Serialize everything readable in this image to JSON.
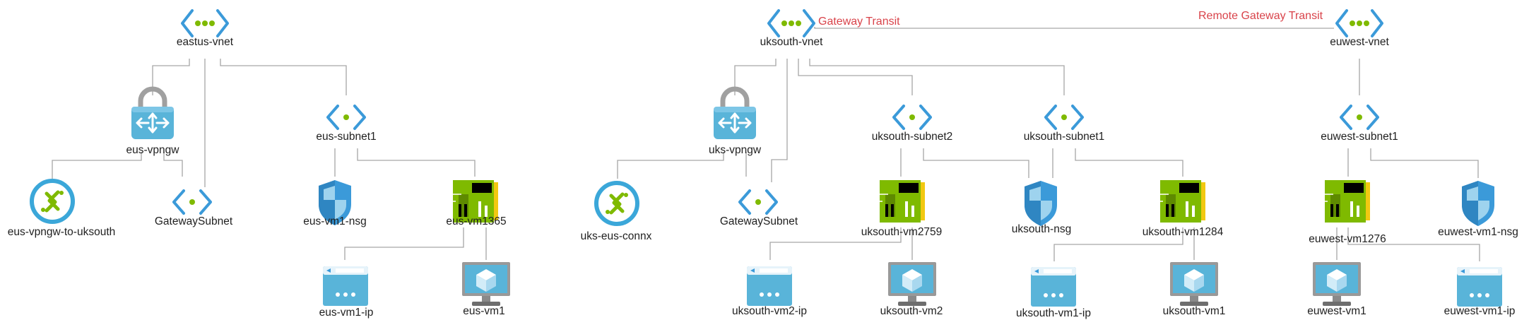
{
  "nodes": {
    "eastus_vnet": {
      "label": "eastus-vnet",
      "icon": "vnet-icon"
    },
    "eus_vpngw": {
      "label": "eus-vpngw",
      "icon": "vpn-gateway-icon"
    },
    "eus_vpngw_to_uksouth": {
      "label": "eus-vpngw-to-uksouth",
      "icon": "connection-icon"
    },
    "eus_gatewaysubnet": {
      "label": "GatewaySubnet",
      "icon": "subnet-icon"
    },
    "eus_subnet1": {
      "label": "eus-subnet1",
      "icon": "subnet-icon"
    },
    "eus_vm1_nsg": {
      "label": "eus-vm1-nsg",
      "icon": "nsg-shield-icon"
    },
    "eus_vm1365": {
      "label": "eus-vm1365",
      "icon": "nic-icon"
    },
    "eus_vm1_ip": {
      "label": "eus-vm1-ip",
      "icon": "public-ip-icon"
    },
    "eus_vm1": {
      "label": "eus-vm1",
      "icon": "vm-icon"
    },
    "uksouth_vnet": {
      "label": "uksouth-vnet",
      "icon": "vnet-icon"
    },
    "uks_vpngw": {
      "label": "uks-vpngw",
      "icon": "vpn-gateway-icon"
    },
    "uks_eus_connx": {
      "label": "uks-eus-connx",
      "icon": "connection-icon"
    },
    "uks_gatewaysubnet": {
      "label": "GatewaySubnet",
      "icon": "subnet-icon"
    },
    "uksouth_subnet2": {
      "label": "uksouth-subnet2",
      "icon": "subnet-icon"
    },
    "uksouth_vm2759": {
      "label": "uksouth-vm2759",
      "icon": "nic-icon"
    },
    "uksouth_vm2_ip": {
      "label": "uksouth-vm2-ip",
      "icon": "public-ip-icon"
    },
    "uksouth_vm2": {
      "label": "uksouth-vm2",
      "icon": "vm-icon"
    },
    "uksouth_subnet1": {
      "label": "uksouth-subnet1",
      "icon": "subnet-icon"
    },
    "uksouth_nsg": {
      "label": "uksouth-nsg",
      "icon": "nsg-shield-icon"
    },
    "uksouth_vm1284": {
      "label": "uksouth-vm1284",
      "icon": "nic-icon"
    },
    "uksouth_vm1_ip": {
      "label": "uksouth-vm1-ip",
      "icon": "public-ip-icon"
    },
    "uksouth_vm1": {
      "label": "uksouth-vm1",
      "icon": "vm-icon"
    },
    "euwest_vnet": {
      "label": "euwest-vnet",
      "icon": "vnet-icon"
    },
    "euwest_subnet1": {
      "label": "euwest-subnet1",
      "icon": "subnet-icon"
    },
    "euwest_vm1276": {
      "label": "euwest-vm1276",
      "icon": "nic-icon"
    },
    "euwest_vm1_nsg": {
      "label": "euwest-vm1-nsg",
      "icon": "nsg-shield-icon"
    },
    "euwest_vm1": {
      "label": "euwest-vm1",
      "icon": "vm-icon"
    },
    "euwest_vm1_ip": {
      "label": "euwest-vm1-ip",
      "icon": "public-ip-icon"
    }
  },
  "annotations": {
    "gateway_transit": "Gateway Transit",
    "remote_gateway_transit": "Remote Gateway Transit"
  },
  "colors": {
    "edge": "#a6a6a6",
    "annotation": "#d9434a",
    "vnet_bracket": "#3b9ad9",
    "vnet_dot": "#7fba00",
    "nic_green": "#7fba00",
    "azure_blue": "#59b4d9"
  }
}
